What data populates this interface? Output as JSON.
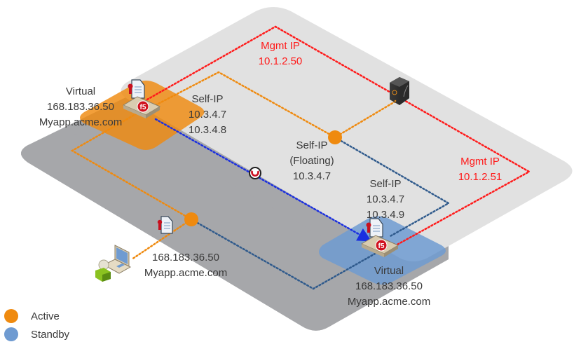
{
  "diagram": {
    "title": "BIG-IP Active/Standby High Availability",
    "colors": {
      "active": "#ef8a0f",
      "standby": "#6f9bd1",
      "mgmt_line": "#ff1a1a",
      "active_line": "#ef8a0f",
      "standby_line": "#2f5a8c",
      "failover_line": "#1a2fe0",
      "upper_plane": "#e1e1e1",
      "lower_plane": "#a6a7aa"
    },
    "nodes": {
      "active_bigip": {
        "role": "Active",
        "virtual": {
          "title": "Virtual",
          "ip": "168.183.36.50",
          "host": "Myapp.acme.com"
        },
        "self_ip": {
          "title": "Self-IP",
          "ips": [
            "10.3.4.7",
            "10.3.4.8"
          ]
        },
        "mgmt": {
          "title": "Mgmt IP",
          "ip": "10.1.2.50"
        }
      },
      "standby_bigip": {
        "role": "Standby",
        "virtual": {
          "title": "Virtual",
          "ip": "168.183.36.50",
          "host": "Myapp.acme.com"
        },
        "self_ip": {
          "title": "Self-IP",
          "ips": [
            "10.3.4.7",
            "10.3.4.9"
          ]
        },
        "mgmt": {
          "title": "Mgmt IP",
          "ip": "10.1.2.51"
        }
      },
      "floating_self_ip": {
        "title": "Self-IP",
        "subtitle": "(Floating)",
        "ip": "10.3.4.7"
      },
      "client_vip": {
        "ip": "168.183.36.50",
        "host": "Myapp.acme.com"
      },
      "server": {
        "icon": "server-icon"
      },
      "failover": {
        "icon": "failover-icon"
      },
      "client": {
        "icon": "client-laptop-icon"
      }
    },
    "legend": [
      {
        "label": "Active",
        "color": "#ef8a0f"
      },
      {
        "label": "Standby",
        "color": "#6f9bd1"
      }
    ]
  }
}
